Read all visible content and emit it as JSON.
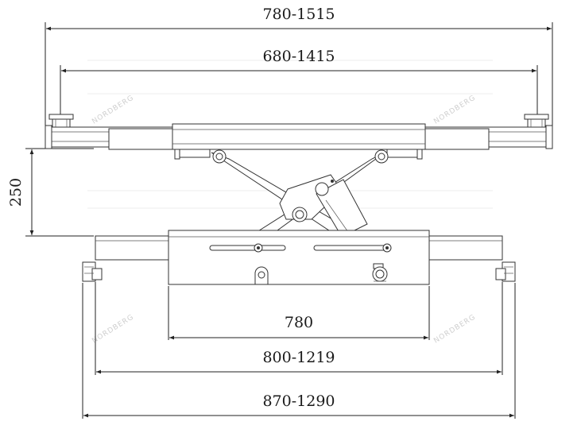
{
  "dimensions": {
    "top_outer": "780-1515",
    "top_inner": "680-1415",
    "height": "250",
    "base": "780",
    "base_mid": "800-1219",
    "base_outer": "870-1290"
  },
  "watermark": "NORDBERG"
}
